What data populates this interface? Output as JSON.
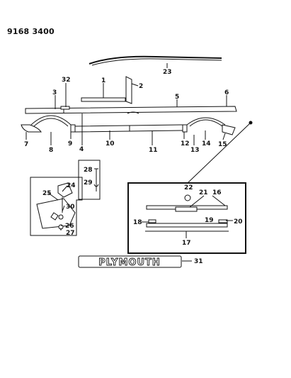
{
  "document": {
    "code": "9168 3400"
  },
  "callouts": [
    "1",
    "2",
    "3",
    "4",
    "5",
    "6",
    "7",
    "8",
    "9",
    "10",
    "11",
    "12",
    "13",
    "14",
    "15",
    "16",
    "17",
    "18",
    "19",
    "20",
    "21",
    "22",
    "23",
    "24",
    "25",
    "26",
    "27",
    "28",
    "29",
    "30",
    "31",
    "32"
  ],
  "emblem": {
    "text": "PLYMOUTH"
  }
}
